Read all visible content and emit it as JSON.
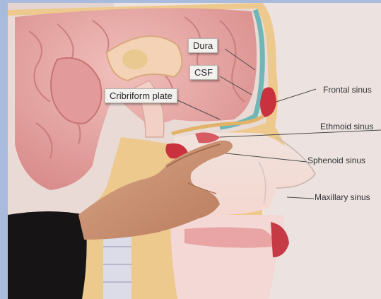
{
  "labels": {
    "dura": "Dura",
    "csf": "CSF",
    "cribriform_plate": "Cribriform plate",
    "frontal_sinus": "Frontal sinus",
    "ethmoid_sinus": "Ethmoid sinus",
    "sphenoid_sinus": "Sphenoid sinus",
    "maxillary_sinus": "Maxillary sinus"
  },
  "colors": {
    "frame": "#a9bbdc",
    "chart_background": "#e9dfdd",
    "brain": "#e7a6a3",
    "csf_layer": "#6fb7b7",
    "bone": "#e9c27a",
    "sinus": "#c9313f",
    "skin": "#c98f70",
    "sleeve": "#161414"
  }
}
